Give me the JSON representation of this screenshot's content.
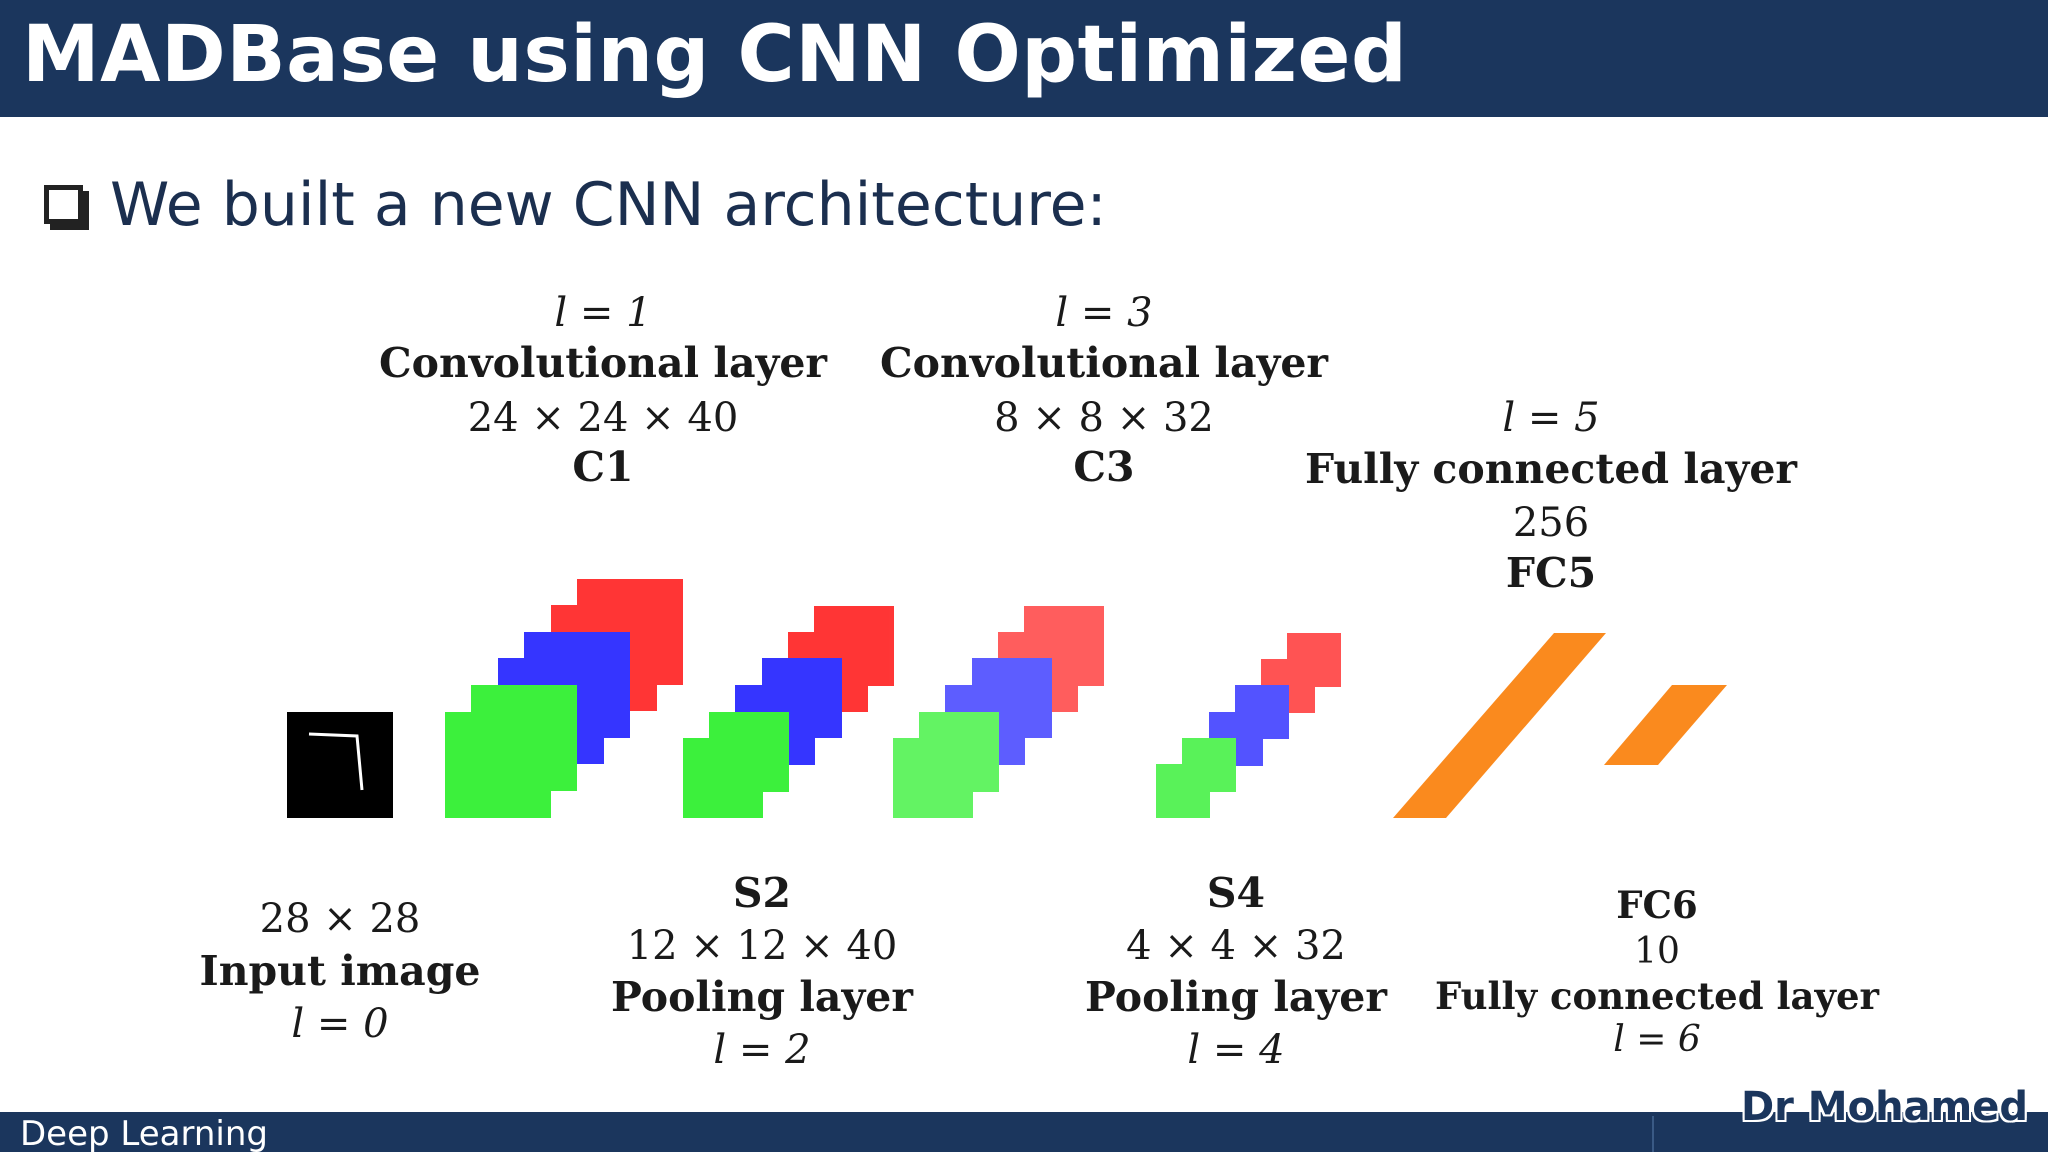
{
  "slide": {
    "title": "MADBase using CNN Optimized",
    "bullet": "We built a new CNN architecture:"
  },
  "layers": {
    "input": {
      "dims": "28 × 28",
      "name": "Input image",
      "index": "l = 0"
    },
    "c1": {
      "index": "l = 1",
      "type": "Convolutional layer",
      "dims": "24 × 24 × 40",
      "name": "C1"
    },
    "s2": {
      "name": "S2",
      "dims": "12 × 12 × 40",
      "type": "Pooling layer",
      "index": "l = 2"
    },
    "c3": {
      "index": "l = 3",
      "type": "Convolutional layer",
      "dims": "8 × 8 × 32",
      "name": "C3"
    },
    "s4": {
      "name": "S4",
      "dims": "4 × 4 × 32",
      "type": "Pooling layer",
      "index": "l = 4"
    },
    "fc5": {
      "index": "l = 5",
      "type": "Fully connected layer",
      "size": "256",
      "name": "FC5"
    },
    "fc6": {
      "name": "FC6",
      "size": "10",
      "type": "Fully connected layer",
      "index": "l = 6"
    }
  },
  "colors": {
    "header": "#1b365d",
    "feature_map_green": "#22ee22",
    "feature_map_blue": "#1a1aff",
    "feature_map_red": "#ff1a1a",
    "fully_connected": "#fa8a1e",
    "input_image": "#000000"
  },
  "footer": {
    "course": "Deep Learning",
    "author": "Dr Mohamed"
  }
}
